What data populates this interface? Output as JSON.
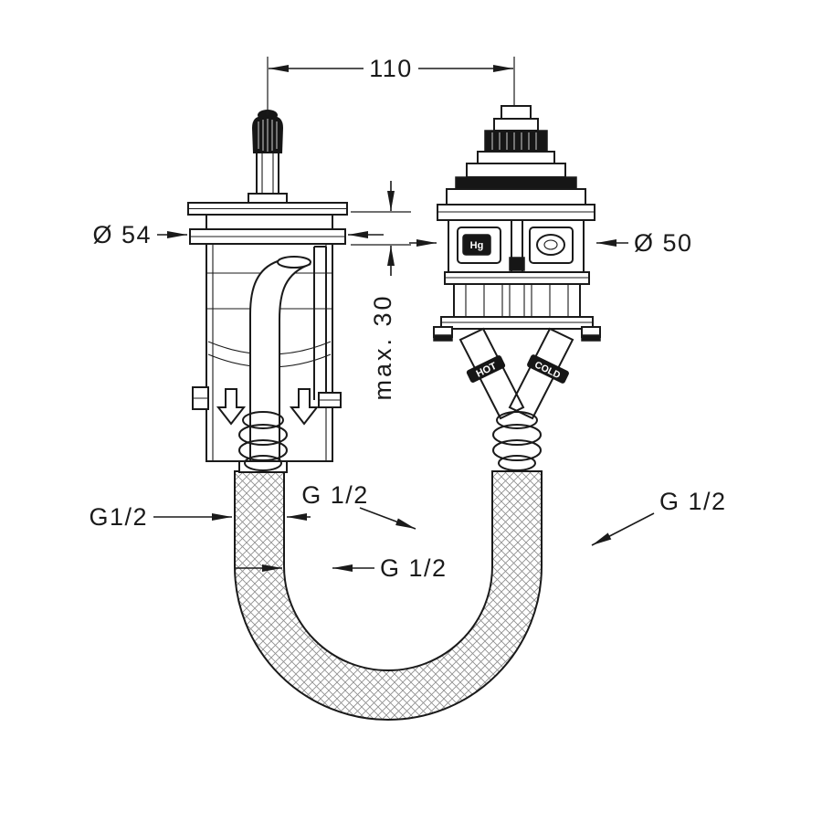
{
  "drawing": {
    "dim_width": "110",
    "dia_left": "Ø 54",
    "dia_right": "Ø 50",
    "max_depth": "max. 30",
    "thread_left": "G1/2",
    "thread_top_center": "G 1/2",
    "thread_bottom_center": "G 1/2",
    "thread_right": "G 1/2",
    "label_hot": "HOT",
    "label_cold": "COLD",
    "cartridge_mark": "Hg",
    "colors": {
      "line": "#1a1a1a",
      "fill_dark": "#161616",
      "background": "#ffffff"
    }
  }
}
